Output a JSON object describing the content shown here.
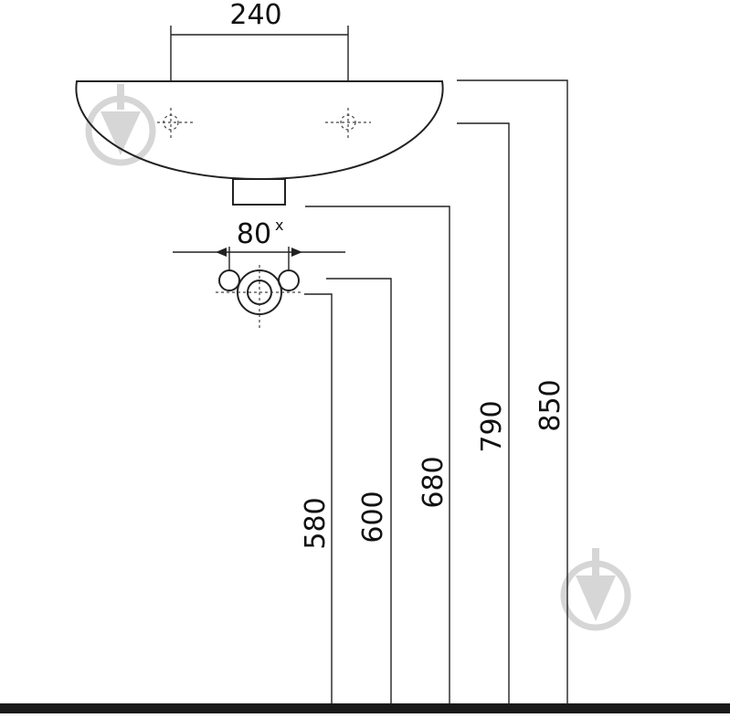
{
  "dimensions": {
    "tap_spacing": "240",
    "outlet_spacing": "80",
    "outlet_spacing_mark": "x",
    "height_580": "580",
    "height_600": "600",
    "height_680": "680",
    "height_790": "790",
    "height_850": "850"
  },
  "colors": {
    "line": "#222222",
    "floor": "#1a1a1a",
    "watermark": "#d6d6d6"
  },
  "icons": {
    "watermark": "drop-shield-icon"
  }
}
